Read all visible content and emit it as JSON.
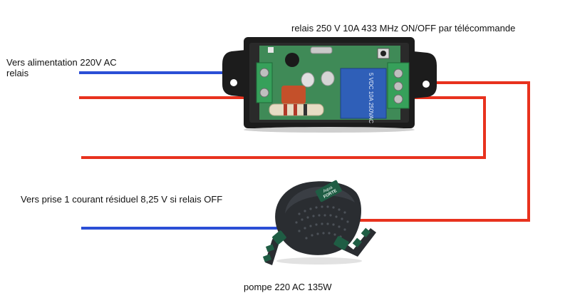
{
  "labels": {
    "relay_title": "relais 250 V 10A 433 MHz ON/OFF par télécommande",
    "supply_line1": "Vers alimentation 220V AC",
    "supply_line2": "relais",
    "outlet_note": "Vers prise 1 courant résiduel 8,25 V si relais OFF",
    "pump_caption": "pompe 220 AC 135W"
  },
  "device_marks": {
    "relay_print": "5 VDC 10A 250VAC",
    "pump_brand_top": "Aqua",
    "pump_brand_bottom": "FORTE"
  },
  "colors": {
    "neutral_wire": "#2b4fd6",
    "live_wire": "#e8321e",
    "enclosure": "#1c1c1c",
    "pcb": "#3f8a57",
    "relay_body": "#2f5fb8",
    "terminal": "#36a05a",
    "pump_body": "#2a2d31",
    "pump_fitting": "#1f5d44"
  }
}
